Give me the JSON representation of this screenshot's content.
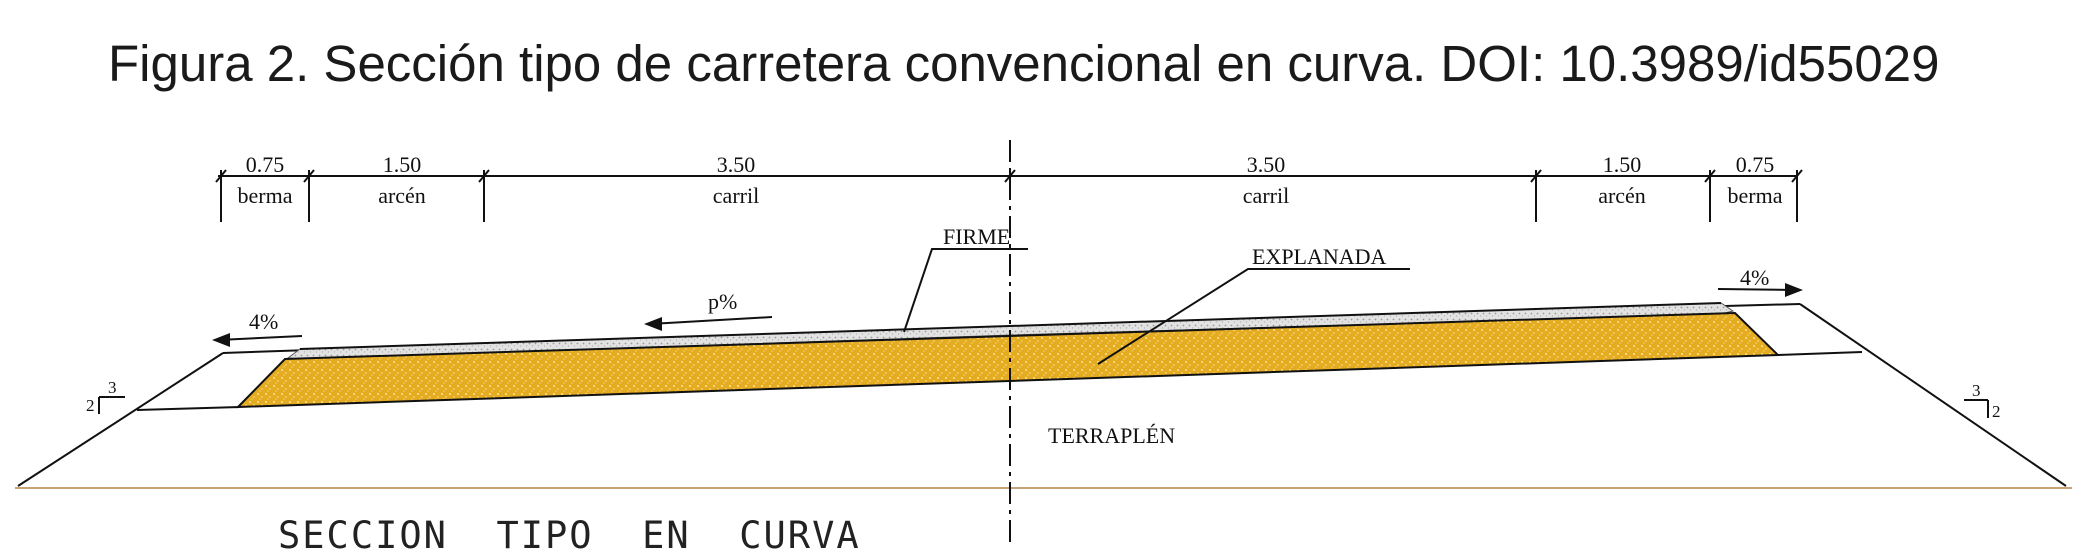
{
  "title": "Figura 2. Sección tipo de carretera convencional en curva. DOI: 10.3989/id55029",
  "dimensions": [
    {
      "value": "0.75",
      "label": "berma"
    },
    {
      "value": "1.50",
      "label": "arcén"
    },
    {
      "value": "3.50",
      "label": "carril"
    },
    {
      "value": "3.50",
      "label": "carril"
    },
    {
      "value": "1.50",
      "label": "arcén"
    },
    {
      "value": "0.75",
      "label": "berma"
    }
  ],
  "labels": {
    "firme": "FIRME",
    "explanada": "EXPLANADA",
    "terraplen": "TERRAPLÉN",
    "slope_pct": "p%",
    "left_slope": "4%",
    "right_slope": "4%",
    "section_caption": "SECCION  TIPO  EN  CURVA"
  },
  "talud_left": {
    "h": "2",
    "v": "3"
  },
  "talud_right": {
    "h": "3",
    "v": "2"
  },
  "colors": {
    "explanada_fill": "#e6ac1f",
    "firme_fill": "#d4d4d4",
    "ground_line": "#c9a27a",
    "line": "#111111"
  }
}
